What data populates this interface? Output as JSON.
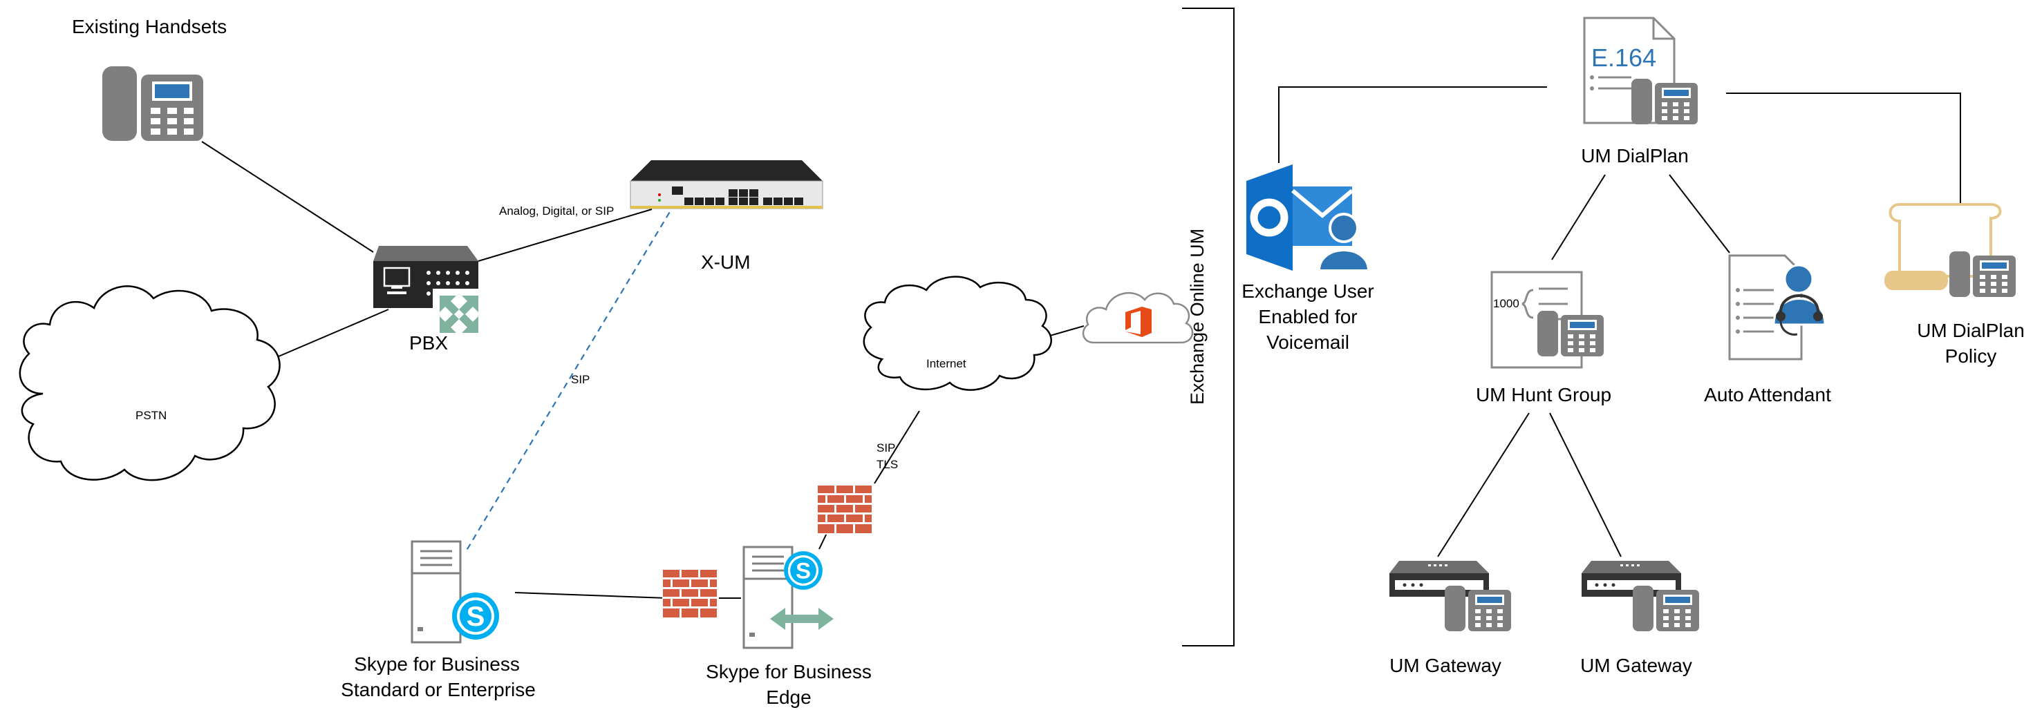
{
  "labels": {
    "existing_handsets": "Existing Handsets",
    "pbx": "PBX",
    "pstn": "PSTN",
    "xum": "X-UM",
    "analog_link": "Analog, Digital, or SIP",
    "sip_dashed": "SIP",
    "internet": "Internet",
    "sip_tls_line1": "SIP",
    "sip_tls_line2": "TLS",
    "sfb_server_line1": "Skype for Business",
    "sfb_server_line2": "Standard or Enterprise",
    "sfb_edge_line1": "Skype for Business",
    "sfb_edge_line2": "Edge",
    "exchange_online_um": "Exchange Online UM",
    "exchange_user_line1": "Exchange User",
    "exchange_user_line2": "Enabled for",
    "exchange_user_line3": "Voicemail",
    "um_dialplan": "UM DialPlan",
    "e164": "E.164",
    "um_hunt_group": "UM Hunt Group",
    "hunt_number": "1000",
    "auto_attendant": "Auto Attendant",
    "um_dialplan_policy_line1": "UM DialPlan",
    "um_dialplan_policy_line2": "Policy",
    "um_gateway_1": "UM Gateway",
    "um_gateway_2": "UM Gateway",
    "outlook_letter": "O",
    "skype_letter": "S"
  },
  "icons": {
    "handset": "desk-phone-icon",
    "pbx": "pbx-appliance-icon",
    "xum": "network-switch-icon",
    "cloud": "cloud-icon",
    "office_cloud": "office365-cloud-icon",
    "firewall": "firewall-icon",
    "server": "server-icon",
    "skype": "skype-logo-icon",
    "outlook": "outlook-icon",
    "document": "document-icon",
    "gateway": "gateway-device-icon"
  },
  "colors": {
    "line": "#000000",
    "dashed_link": "#2e75b6",
    "firewall": "#d45d41",
    "device_gray": "#8a8a8a",
    "device_dark": "#333333",
    "skype_blue": "#00aff0",
    "outlook_blue": "#0f6fc6",
    "office_orange": "#e64a19",
    "policy_tan": "#e7c68a",
    "teal_arrow": "#7fb3a0",
    "e164_blue": "#2e75b6",
    "person_blue": "#2e75b6"
  }
}
